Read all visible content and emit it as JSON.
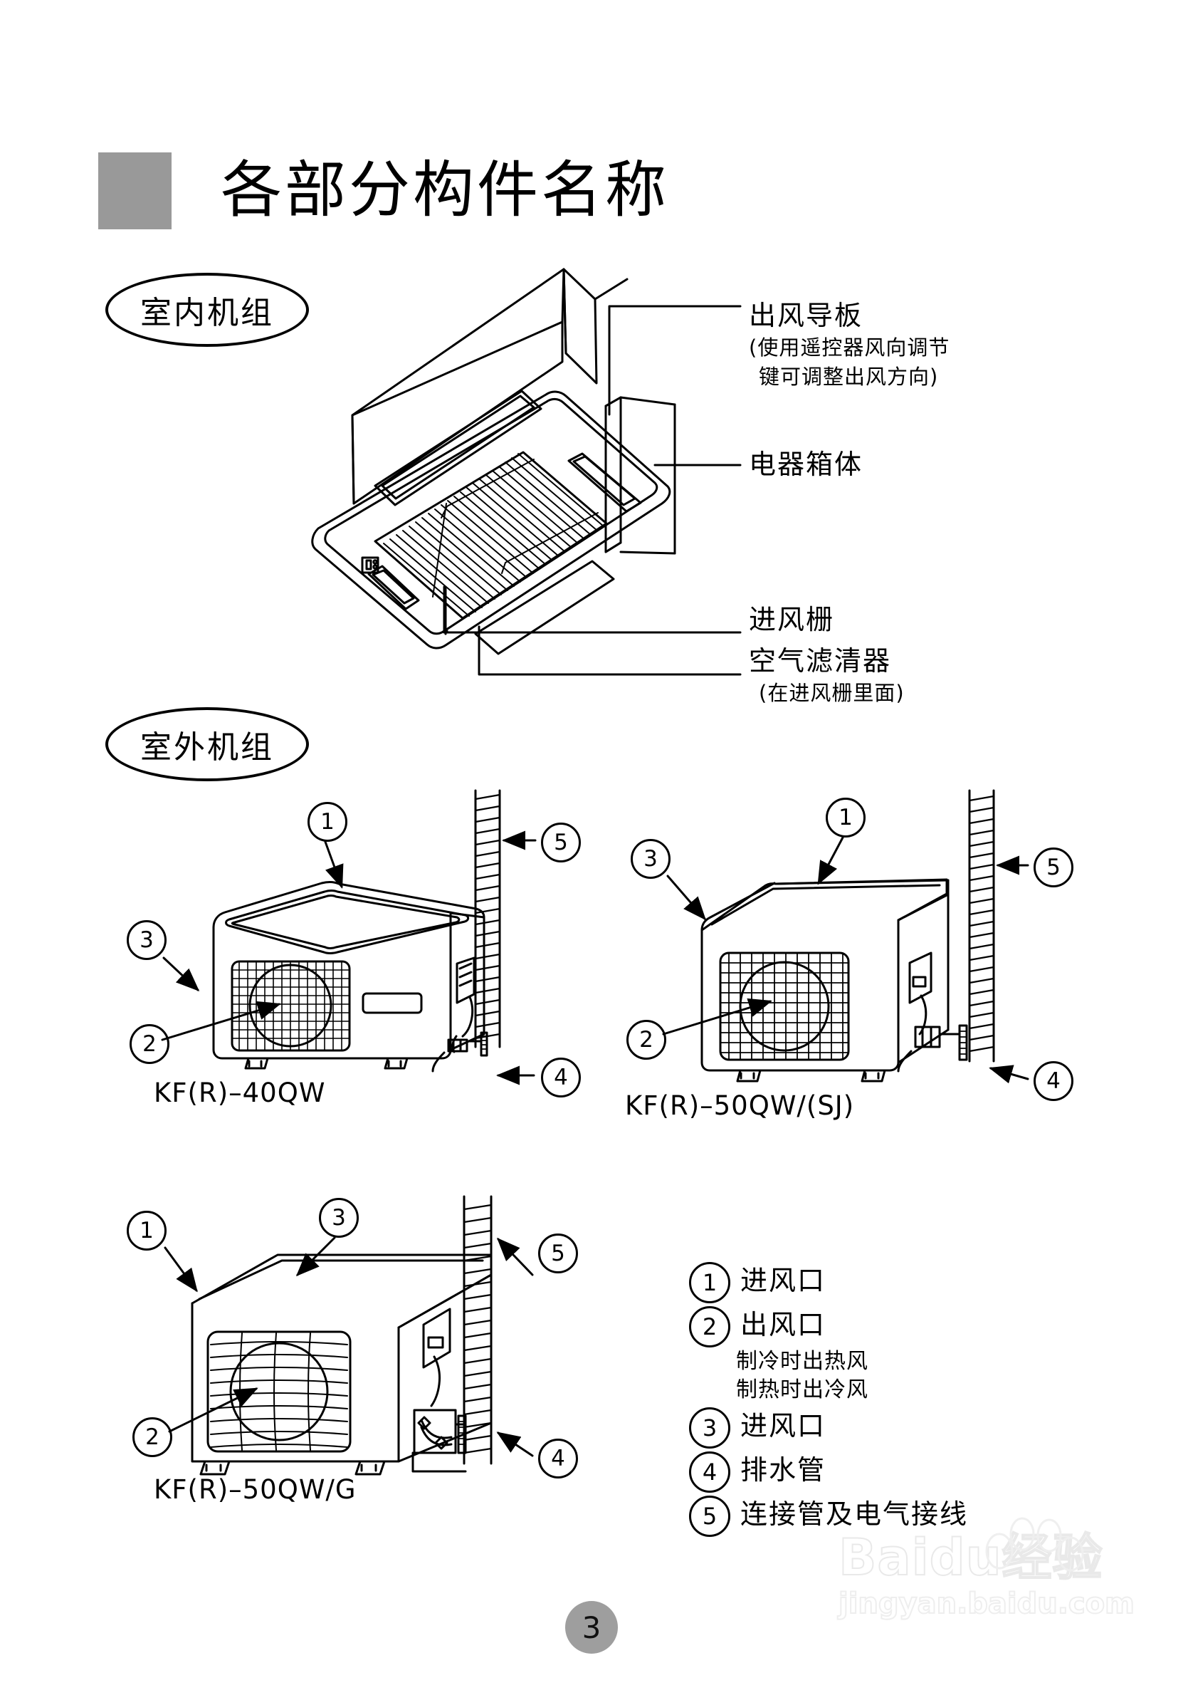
{
  "page": {
    "title": "各部分构件名称",
    "page_number": "3",
    "accent_gray": "#999999"
  },
  "sections": {
    "indoor": {
      "pill_label": "室内机组"
    },
    "outdoor": {
      "pill_label": "室外机组"
    }
  },
  "indoor_callouts": [
    {
      "id": "air-outlet-louver",
      "label": "出风导板",
      "notes": [
        "(使用遥控器风向调节",
        "键可调整出风方向)"
      ]
    },
    {
      "id": "electrical-box",
      "label": "电器箱体",
      "notes": []
    },
    {
      "id": "air-intake-grille",
      "label": "进风栅",
      "notes": []
    },
    {
      "id": "air-filter",
      "label": "空气滤清器",
      "notes": [
        "(在进风栅里面)"
      ]
    }
  ],
  "outdoor_units": [
    {
      "id": "unit-40qw",
      "model": "KF(R)–40QW"
    },
    {
      "id": "unit-50qw-sj",
      "model": "KF(R)–50QW/(SJ)"
    },
    {
      "id": "unit-50qw-g",
      "model": "KF(R)–50QW/G"
    }
  ],
  "balloon_numbers": {
    "one": "1",
    "two": "2",
    "three": "3",
    "four": "4",
    "five": "5"
  },
  "legend": [
    {
      "num": "1",
      "label": "进风口",
      "notes": []
    },
    {
      "num": "2",
      "label": "出风口",
      "notes": [
        "制冷时出热风",
        "制热时出冷风"
      ]
    },
    {
      "num": "3",
      "label": "进风口",
      "notes": []
    },
    {
      "num": "4",
      "label": "排水管",
      "notes": []
    },
    {
      "num": "5",
      "label": "连接管及电气接线",
      "notes": []
    }
  ],
  "watermark": {
    "main": "Baidu经验",
    "sub": "jingyan.baidu.com"
  }
}
